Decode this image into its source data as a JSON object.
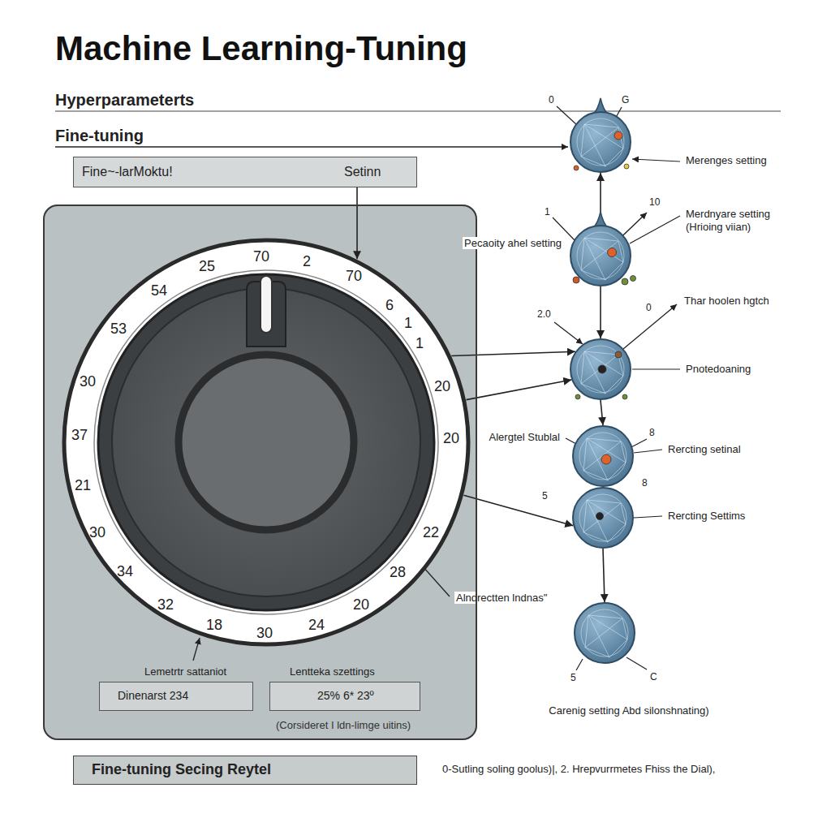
{
  "diagram": {
    "title": "Machine Learning-Tuning",
    "nodes": [
      {
        "text": [
          "Fine~-larMoktu!",
          "Setinn"
        ]
      },
      {
        "text": [
          "(Corsideret I ldn-limge uitins)"
        ]
      },
      {
        "text": [
          "25",
          "70",
          "2",
          "70",
          "6",
          "1",
          "1",
          "20",
          "20",
          "22",
          "28",
          "20",
          "24",
          "30",
          "18",
          "32",
          "34",
          "30",
          "21",
          "37",
          "30",
          "53",
          "54"
        ],
        "in": 1
      },
      {
        "text": [
          "Lemetrtr sattaniot",
          "Dinenarst 234"
        ],
        "in": 1
      },
      {
        "text": [
          "Lentteka szettings",
          "25% 6* 23º"
        ],
        "in": 1
      },
      {
        "text": [
          "Fine-tuning Secing Reytel"
        ]
      },
      {
        "text": [
          "Merenges setting"
        ]
      },
      {
        "text": [
          "Pecaoity ahel setting",
          "Merdnyare setting (Hrioing viian)"
        ]
      },
      {
        "text": [
          "Thar hoolen hgtch",
          "Pnotedoaning"
        ]
      },
      {
        "text": [
          "Alergtel Stublal",
          "Rercting setinal"
        ]
      },
      {
        "text": [
          "Rercting Settims"
        ]
      },
      {
        "text": [
          "Carenig setting Abd silonshnating)"
        ]
      }
    ],
    "edges": [
      {
        "from": 0,
        "to": 2,
        "arrow": "to"
      },
      {
        "from": 2,
        "to": 8,
        "arrow": "to"
      },
      {
        "from": 2,
        "to": 8,
        "arrow": "to"
      },
      {
        "from": 2,
        "to": 10,
        "arrow": "to"
      },
      {
        "from": 7,
        "to": 6,
        "arrow": "to"
      },
      {
        "from": 7,
        "to": 8,
        "arrow": "to"
      },
      {
        "from": 8,
        "to": 9,
        "arrow": "to"
      },
      {
        "from": 10,
        "to": 11,
        "arrow": "to"
      }
    ],
    "labels": [
      "Hyperparameterts",
      "Fine-tuning",
      "0",
      "G",
      "1",
      "10",
      "2.0",
      "0",
      "8",
      "5",
      "8",
      "5",
      "C",
      "Alndrectten lndnas\"",
      "0-Sutling soling goolus)|, 2. Hrepvurrmetes Fhiss the Dial),"
    ]
  }
}
